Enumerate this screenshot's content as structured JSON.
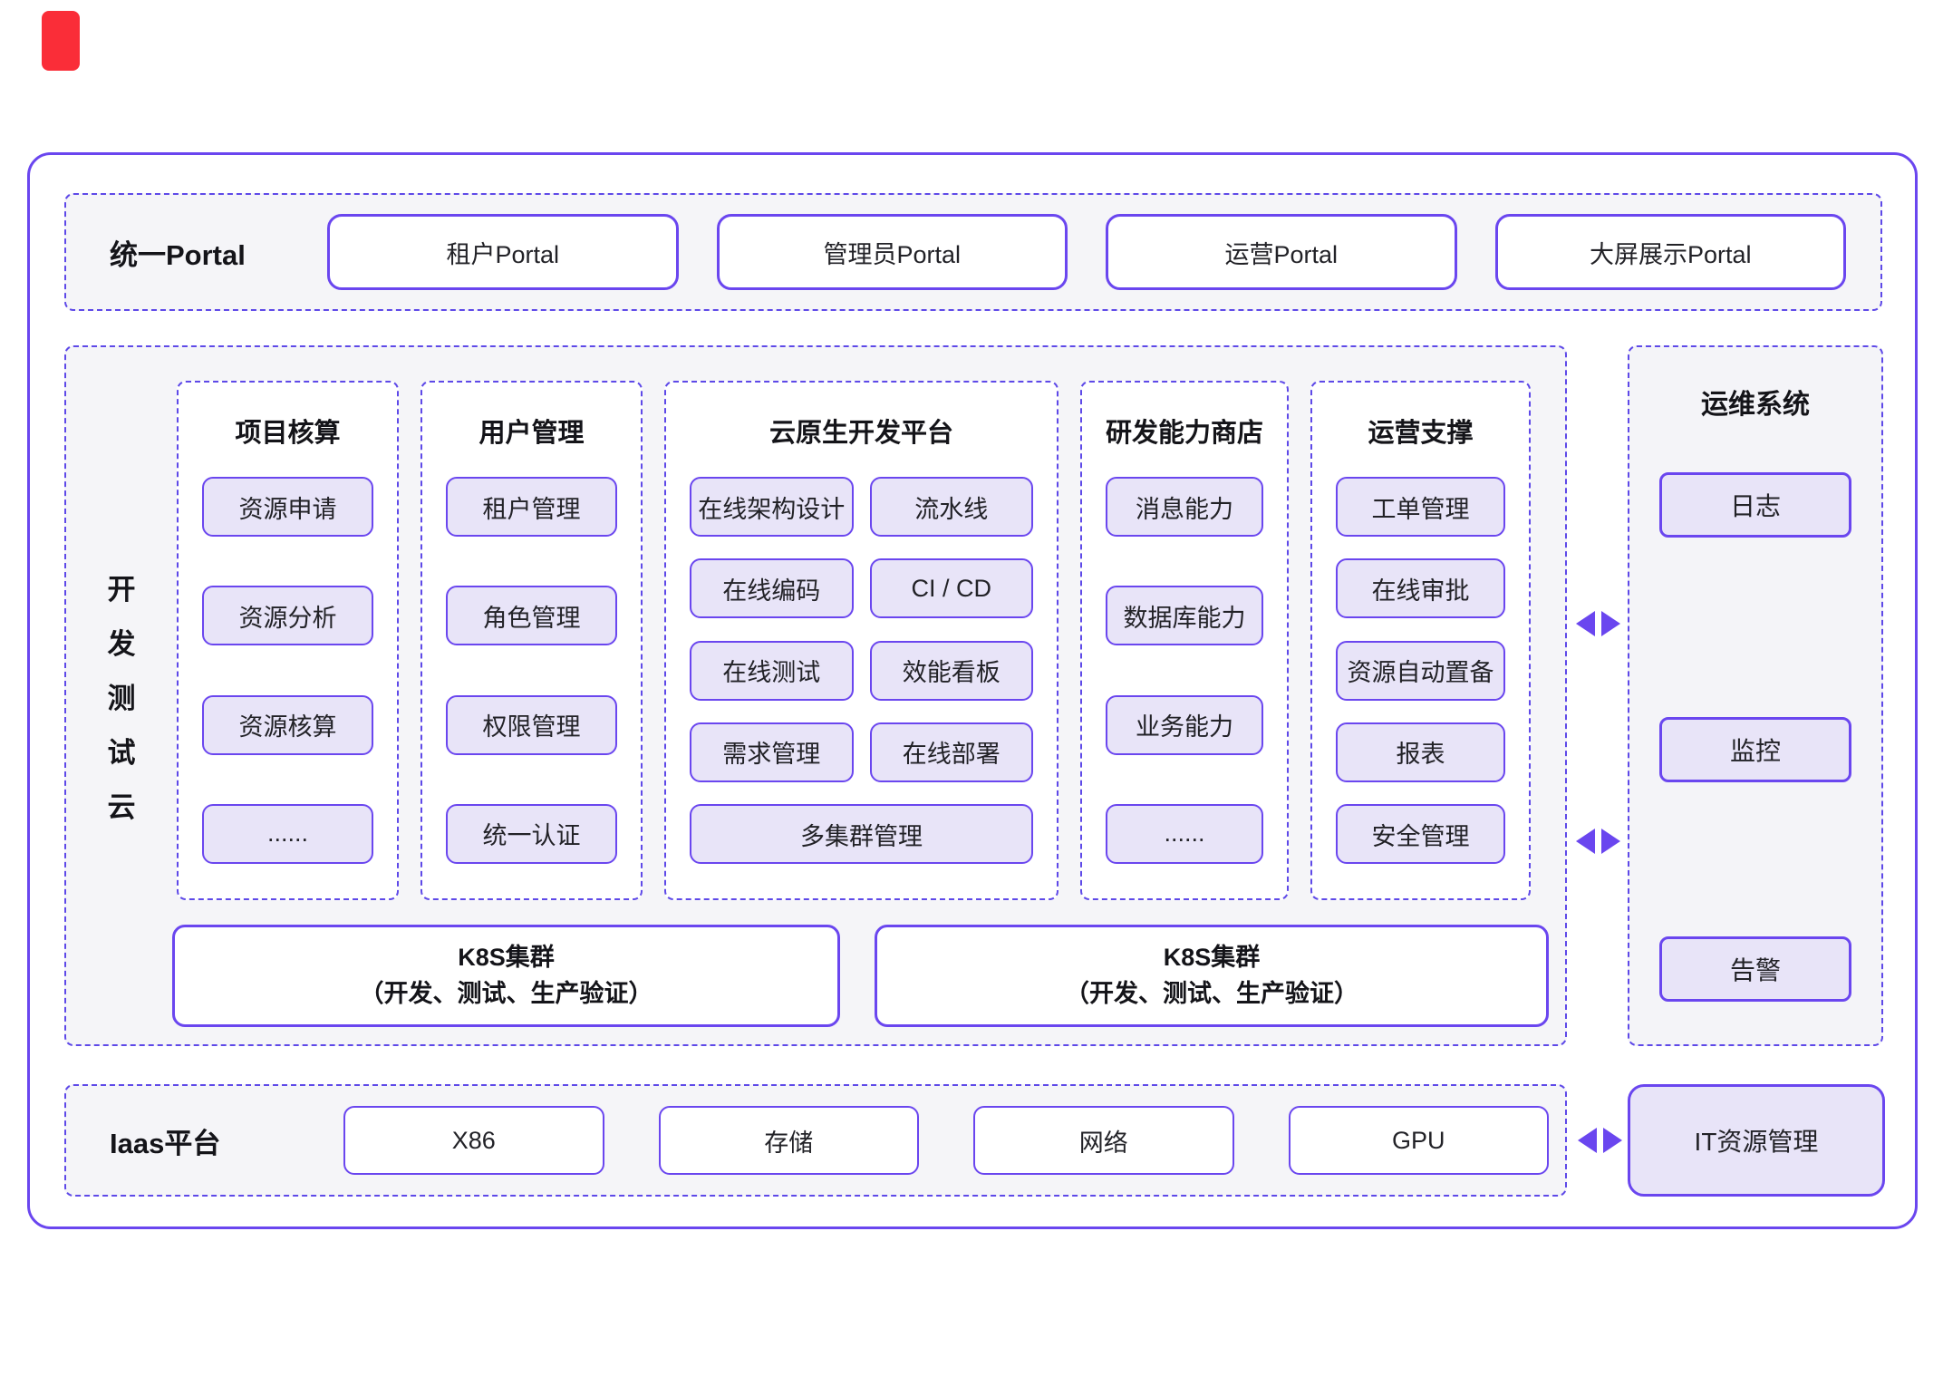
{
  "colors": {
    "accent": "#6A46EF",
    "dashed_border": "#5E49E8",
    "item_fill": "#E8E4F8",
    "section_bg": "#F5F5F8",
    "marker_red": "#FA2D38"
  },
  "portal": {
    "label": "统一Portal",
    "boxes": [
      "租户Portal",
      "管理员Portal",
      "运营Portal",
      "大屏展示Portal"
    ]
  },
  "dev_cloud": {
    "vertical_label": "开发测试云",
    "vertical_label_chars": [
      "开",
      "发",
      "测",
      "试",
      "云"
    ],
    "columns": [
      {
        "title": "项目核算",
        "items": [
          "资源申请",
          "资源分析",
          "资源核算",
          "......"
        ]
      },
      {
        "title": "用户管理",
        "items": [
          "租户管理",
          "角色管理",
          "权限管理",
          "统一认证"
        ]
      },
      {
        "title": "云原生开发平台",
        "pair_rows": [
          [
            "在线架构设计",
            "流水线"
          ],
          [
            "在线编码",
            "CI / CD"
          ],
          [
            "在线测试",
            "效能看板"
          ],
          [
            "需求管理",
            "在线部署"
          ]
        ],
        "wide_item": "多集群管理"
      },
      {
        "title": "研发能力商店",
        "items": [
          "消息能力",
          "数据库能力",
          "业务能力",
          "......"
        ]
      },
      {
        "title": "运营支撑",
        "items": [
          "工单管理",
          "在线审批",
          "资源自动置备",
          "报表",
          "安全管理"
        ]
      }
    ],
    "k8s_boxes": [
      {
        "line1": "K8S集群",
        "line2": "（开发、测试、生产验证）"
      },
      {
        "line1": "K8S集群",
        "line2": "（开发、测试、生产验证）"
      }
    ]
  },
  "ops": {
    "title": "运维系统",
    "items": [
      "日志",
      "监控",
      "告警"
    ]
  },
  "iaas": {
    "label": "Iaas平台",
    "boxes": [
      "X86",
      "存储",
      "网络",
      "GPU"
    ]
  },
  "it_mgmt": {
    "label": "IT资源管理"
  }
}
